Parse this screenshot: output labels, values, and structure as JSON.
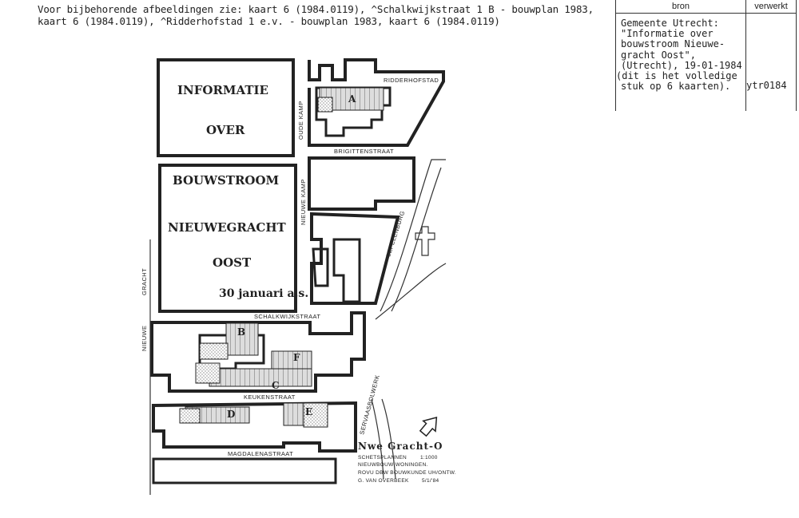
{
  "header": {
    "line1": "Voor bijbehorende afbeeldingen zie: kaart 6 (1984.0119), ^Schalkwijkstraat 1 B - bouwplan 1983,",
    "line2": "kaart 6 (1984.0119), ^Ridderhofstad 1 e.v. - bouwplan 1983, kaart 6 (1984.0119)"
  },
  "source_table": {
    "col_bron": "bron",
    "col_verwerkt": "verwerkt",
    "bron_lines": [
      "Gemeente Utrecht:",
      "\"Informatie over",
      "bouwstroom Nieuwe-",
      "gracht Oost\",",
      "(Utrecht), 19-01-1984",
      "(dit is het volledige",
      "stuk op 6 kaarten)."
    ],
    "verwerkt_value": "ytr0184"
  },
  "map": {
    "title_lines": [
      "INFORMATIE",
      "OVER",
      "BOUWSTROOM",
      "NIEUWEGRACHT",
      "OOST"
    ],
    "date_text": "30 januari a.s.",
    "streets": {
      "ridderhofstad": "RIDDERHOFSTAD",
      "oude_kamp": "OUDE KAMP",
      "brigittenstraat": "BRIGITTENSTRAAT",
      "nieuwe_kamp": "NIEUWE KAMP",
      "lepelenburg": "LEPELENBURG",
      "gracht": "GRACHT",
      "nieuwe": "NIEUWE",
      "schalkwijkstraat": "SCHALKWIJKSTRAAT",
      "keukenstraat": "KEUKENSTRAAT",
      "servaasbolwerk": "SERVAASBOLWERK",
      "magdalenastraat": "MAGDALENASTRAAT"
    },
    "block_labels": [
      "A",
      "B",
      "F",
      "C",
      "D",
      "E"
    ],
    "legend": {
      "title": "Nwe Gracht-O",
      "line1": "SCHETSPLANNEN",
      "scale": "1:1000",
      "line2": "NIEUWBOUW WONINGEN.",
      "line3": "ROVU DBW BOUWKUNDE UH/ONTW.",
      "line4": "G. VAN OVERBEEK",
      "date": "5/1/'84"
    },
    "north_arrow": "north-arrow-icon"
  }
}
